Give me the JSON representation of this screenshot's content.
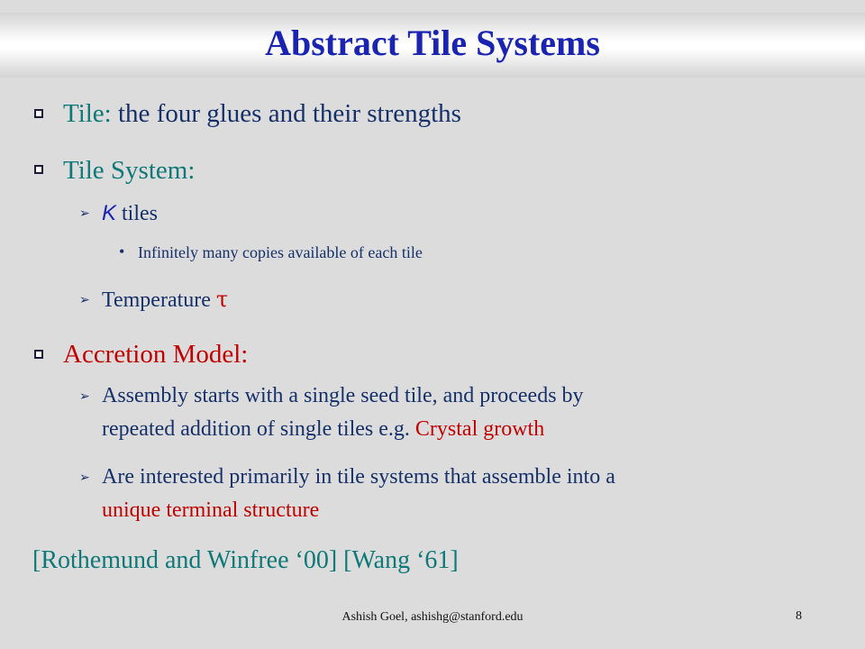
{
  "slide": {
    "title": "Abstract Tile Systems",
    "bullets": {
      "tile_label": "Tile:",
      "tile_text": "the four glues and their strengths",
      "system_label": "Tile System:",
      "k_var": "K",
      "k_text": "tiles",
      "copies_text": "Infinitely many copies available of each tile",
      "temperature_text": "Temperature",
      "tau": "τ",
      "accretion_label": "Accretion Model:",
      "assembly_line1": "Assembly starts with a single seed tile, and proceeds by",
      "assembly_line2_prefix": "repeated addition of single tiles e.g.",
      "assembly_line2_highlight": "Crystal growth",
      "interest_line1": "Are interested primarily in tile systems that assemble into a",
      "interest_line2_highlight": "unique terminal structure"
    },
    "reference": "[Rothemund and Winfree ‘00] [Wang ‘61]",
    "footer": "Ashish Goel, ashishg@stanford.edu",
    "page_number": "8"
  },
  "colors": {
    "title": "#1a24b0",
    "body": "#16306a",
    "highlight": "#c00000",
    "reference": "#0f7878"
  }
}
